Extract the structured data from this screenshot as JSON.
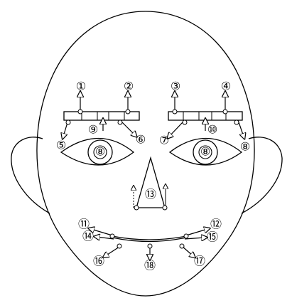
{
  "diagram": {
    "stroke_color": "#000000",
    "background": "#ffffff",
    "eyebrow_points": [
      {
        "label": "①"
      },
      {
        "label": "②"
      },
      {
        "label": "③"
      },
      {
        "label": "④"
      },
      {
        "label": "⑤"
      },
      {
        "label": "⑥"
      },
      {
        "label": "⑦"
      },
      {
        "label": "⑧"
      },
      {
        "label": "⑨"
      },
      {
        "label": "⑩"
      }
    ],
    "eye_labels": [
      "⑧",
      "⑧"
    ],
    "nose_label": "⑬",
    "mouth_points": [
      {
        "label": "⑪"
      },
      {
        "label": "⑫"
      },
      {
        "label": "⑭"
      },
      {
        "label": "⑮"
      },
      {
        "label": "⑯"
      },
      {
        "label": "⑰"
      },
      {
        "label": "⑱"
      }
    ]
  }
}
